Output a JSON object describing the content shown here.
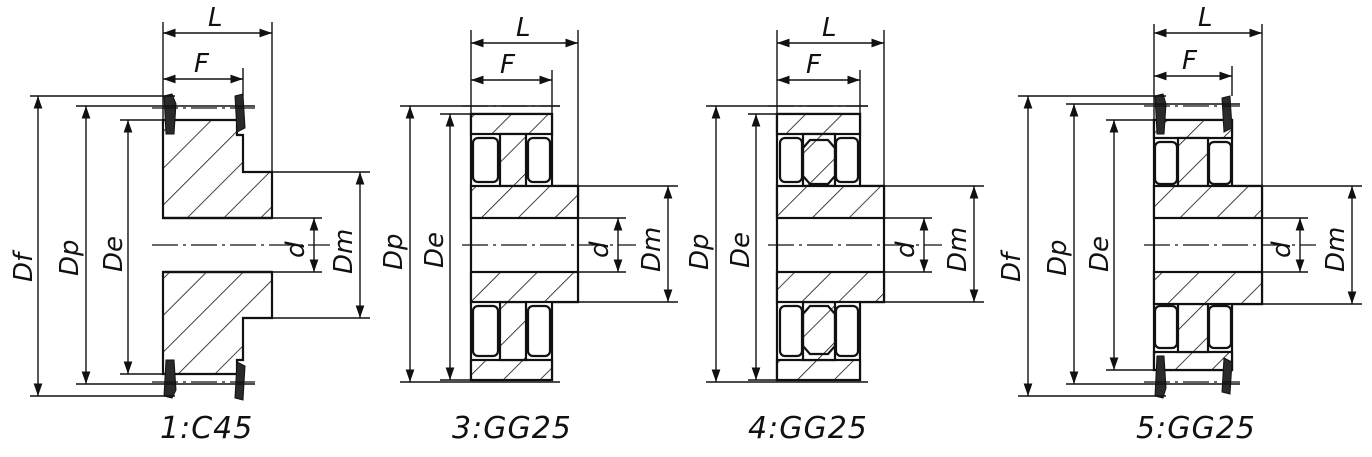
{
  "labels": {
    "L": "L",
    "F": "F",
    "Df": "Df",
    "Dp": "Dp",
    "De": "De",
    "d": "d",
    "Dm": "Dm"
  },
  "captions": [
    "1:C45",
    "3:GG25",
    "4:GG25",
    "5:GG25"
  ]
}
